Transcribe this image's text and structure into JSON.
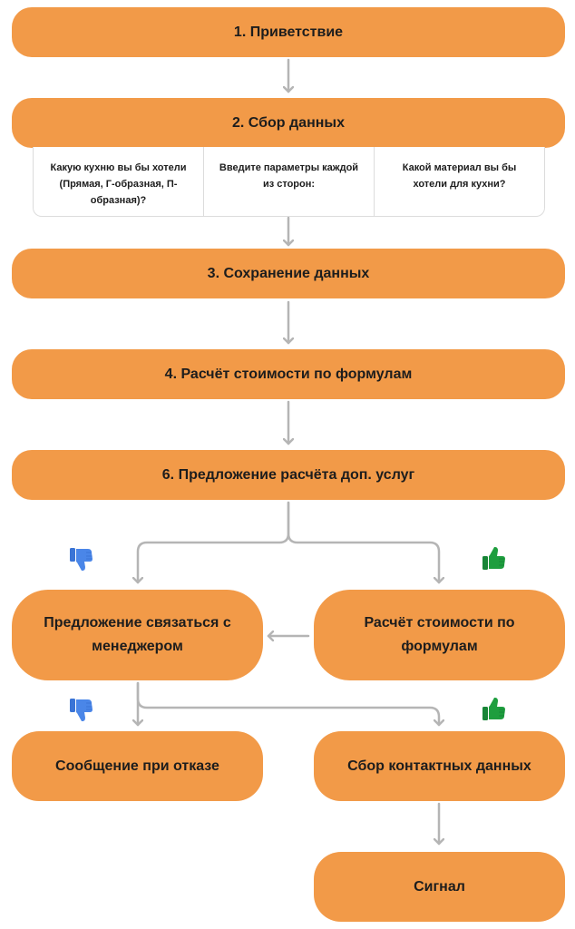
{
  "steps": {
    "greeting": "1. Приветствие",
    "collect": "2. Сбор данных",
    "save": "3. Сохранение данных",
    "calc": "4. Расчёт стоимости по формулам",
    "offer": "6. Предложение расчёта доп. услуг",
    "contact_manager": "Предложение связаться с менеджером",
    "calc_services": "Расчёт стоимости по формулам",
    "refusal": "Сообщение при отказе",
    "contacts": "Сбор контактных данных",
    "signal": "Сигнал"
  },
  "questions": [
    "Какую кухню вы бы хотели (Прямая, Г-образная, П-образная)?",
    "Введите параметры каждой из сторон:",
    "Какой материал вы бы хотели для кухни?"
  ],
  "colors": {
    "box": "#F29A48",
    "arrow": "#b5b5b5",
    "thumb_down": "#4A86E8",
    "thumb_up": "#1E9E3E"
  },
  "icons": {
    "negative": "thumbs-down-icon",
    "positive": "thumbs-up-icon"
  }
}
